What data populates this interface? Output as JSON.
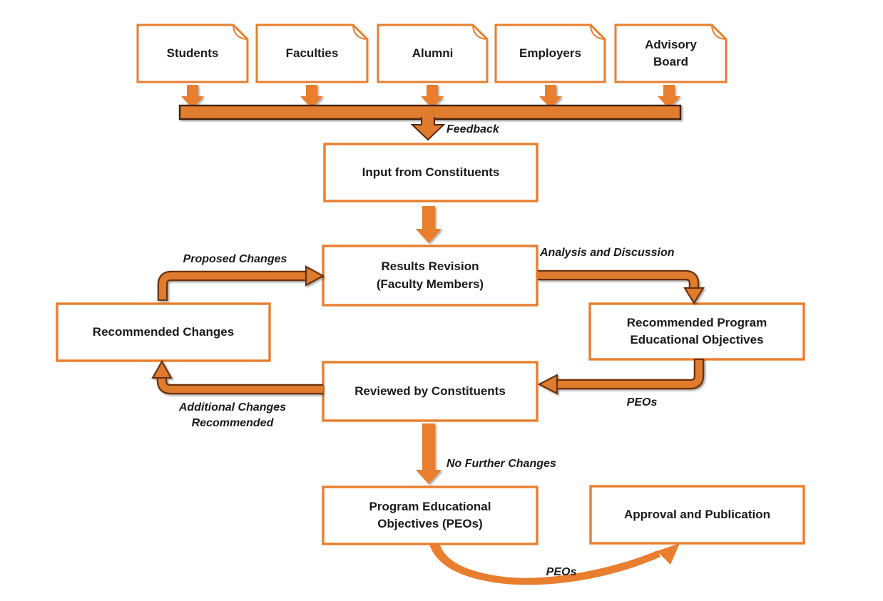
{
  "colors": {
    "accent": "#E87E2E",
    "arrow_fill": "#DF7B2D",
    "arrow_outline": "#6B3310",
    "bar_outline": "#42210A",
    "text": "#1A1A1A"
  },
  "sources": [
    {
      "label": "Students"
    },
    {
      "label": "Faculties"
    },
    {
      "label": "Alumni"
    },
    {
      "label": "Employers"
    },
    {
      "label": "Advisory Board"
    }
  ],
  "nodes": {
    "input": "Input from Constituents",
    "results": "Results Revision\n(Faculty Members)",
    "recommended_changes": "Recommended Changes",
    "recommended_peo": "Recommended Program\nEducational Objectives",
    "reviewed": "Reviewed by Constituents",
    "peo": "Program Educational\nObjectives (PEOs)",
    "approval": "Approval and Publication"
  },
  "edges": {
    "feedback": "Feedback",
    "proposed_changes": "Proposed Changes",
    "analysis": "Analysis and Discussion",
    "peos_to_reviewed": "PEOs",
    "additional_changes": "Additional Changes\nRecommended",
    "no_further_changes": "No Further Changes",
    "peos_to_approval": "PEOs"
  }
}
